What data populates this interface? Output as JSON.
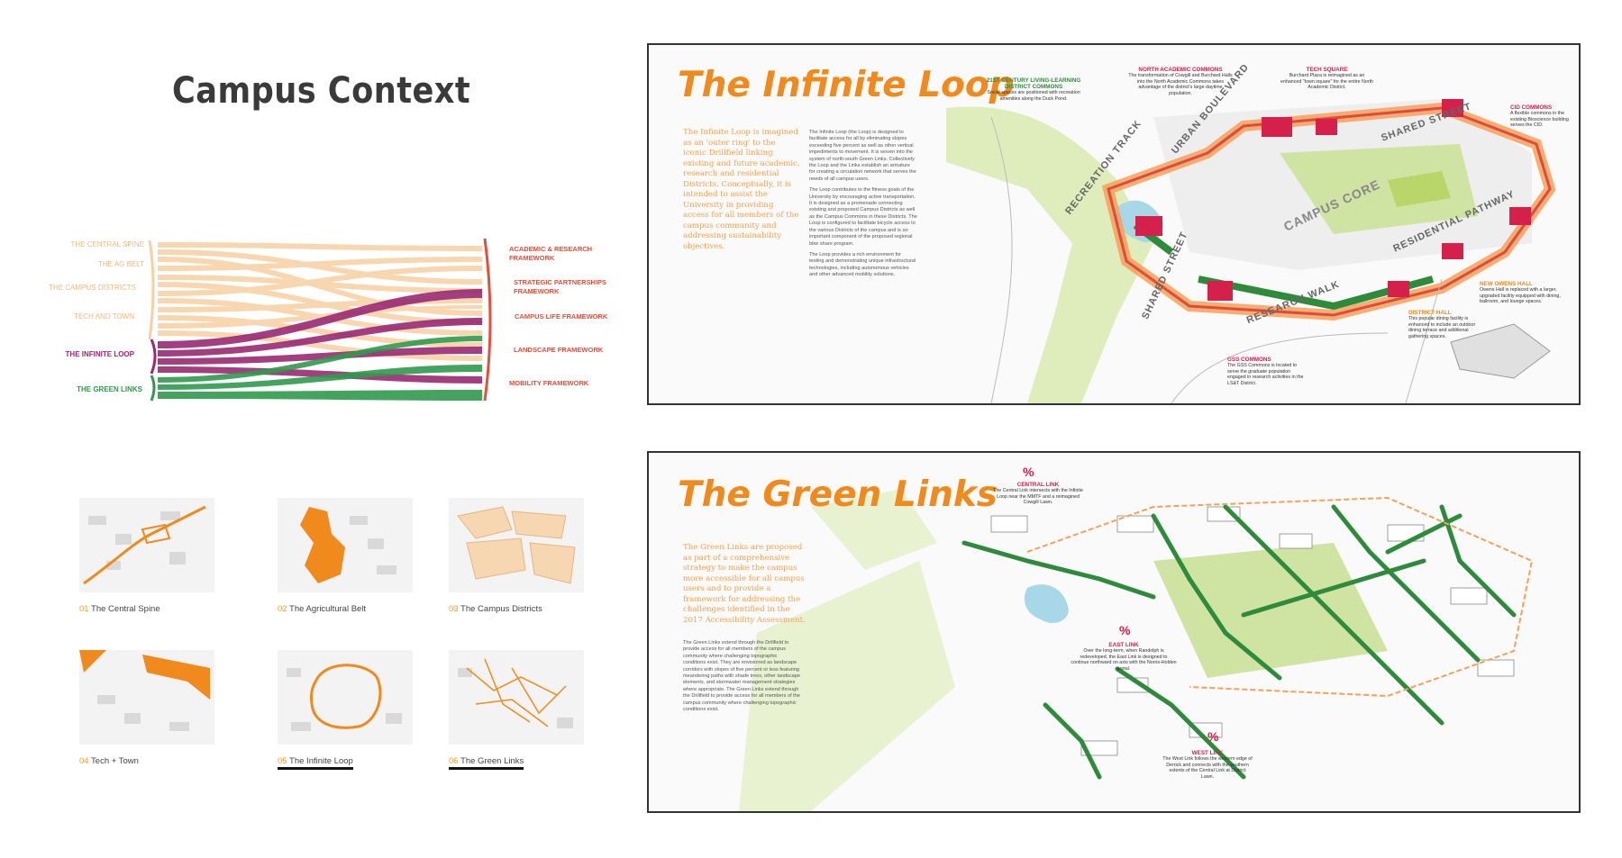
{
  "page_title": "Campus Context",
  "sankey": {
    "left_labels": [
      "THE CENTRAL SPINE",
      "THE AG BELT",
      "THE CAMPUS DISTRICTS",
      "TECH AND TOWN",
      "THE INFINITE LOOP",
      "THE GREEN LINKS"
    ],
    "right_labels": [
      "ACADEMIC & RESEARCH FRAMEWORK",
      "STRATEGIC PARTNERSHIPS FRAMEWORK",
      "CAMPUS LIFE FRAMEWORK",
      "LANDSCAPE FRAMEWORK",
      "MOBILITY FRAMEWORK"
    ],
    "colors": {
      "peach": "#f7cfa3",
      "magenta": "#9a2a73",
      "green": "#2f9a4e",
      "right_bar": "#e0503a"
    }
  },
  "thumbnails": [
    {
      "num": "01",
      "label": "The Central Spine"
    },
    {
      "num": "02",
      "label": "The Agricultural Belt"
    },
    {
      "num": "03",
      "label": "The Campus Districts"
    },
    {
      "num": "04",
      "label": "Tech + Town"
    },
    {
      "num": "05",
      "label": "The Infinite Loop"
    },
    {
      "num": "06",
      "label": "The Green Links"
    }
  ],
  "loop_panel": {
    "title": "The Infinite Loop",
    "intro": "The Infinite Loop is imagined as an 'outer ring' to the iconic Drillfield linking existing and future academic, research and residential Districts. Conceptually, it is intended to assist the University in providing access for all members of the campus community and addressing sustainability objectives.",
    "body": [
      "The Infinite Loop (the Loop) is designed to facilitate access for all by eliminating slopes exceeding five percent as well as other vertical impediments to movement. It is woven into the system of north-south Green Links. Collectively the Loop and the Links establish an armature for creating a circulation network that serves the needs of all campus users.",
      "The Loop contributes to the fitness goals of the University by encouraging active transportation. It is designed as a promenade connecting existing and proposed Campus Districts as well as the Campus Commons in these Districts. The Loop is configured to facilitate bicycle access to the various Districts of the campus and is an important component of the proposed regional bike share program.",
      "The Loop provides a rich environment for testing and demonstrating unique infrastructural technologies, including autonomous vehicles and other advanced mobility solutions."
    ],
    "streets": [
      "RECREATION TRACK",
      "URBAN BOULEVARD",
      "SHARED STREET",
      "CAMPUS CORE",
      "RESIDENTIAL PATHWAY",
      "SHARED STREET",
      "RESEARCH WALK"
    ],
    "callouts": {
      "living": {
        "title": "21ST CENTURY LIVING-LEARNING DISTRICT COMMONS",
        "body": "Social spaces are positioned with recreation amenities along the Duck Pond."
      },
      "north": {
        "title": "NORTH ACADEMIC COMMONS",
        "body": "The transformation of Cowgill and Burchard Halls into the North Academic Commons takes advantage of the district's large daytime population."
      },
      "tech": {
        "title": "TECH SQUARE",
        "body": "Burchard Plaza is reimagined as an enhanced \"town square\" for the entire North Academic District."
      },
      "cid": {
        "title": "CID COMMONS",
        "body": "A flexible commons in the existing Bioscience building serves the CID."
      },
      "owens": {
        "title": "NEW OWENS HALL",
        "body": "Owens Hall is replaced with a larger, upgraded facility equipped with dining, ballroom, and lounge spaces."
      },
      "district": {
        "title": "DISTRICT HALL",
        "body": "This popular dining facility is enhanced to include an outdoor dining terrace and additional gathering spaces."
      },
      "gss": {
        "title": "GSS COMMONS",
        "body": "The GSS Commons is located to serve the graduate population engaged in research activities in the LS&T District."
      }
    }
  },
  "links_panel": {
    "title": "The Green Links",
    "intro": "The Green Links are proposed as part of a comprehensive strategy to make the campus more accessible for all campus users and to provide a framework for addressing the challenges identified in the 2017 Accessibility Assessment.",
    "body": "The Green Links extend through the Drillfield to provide access for all members of the campus community where challenging topographic conditions exist. They are envisioned as landscape corridors with slopes of five percent or less featuring meandering paths with shade trees, other landscape elements, and stormwater management strategies where appropriate. The Green Links extend through the Drillfield to provide access for all members of the campus community where challenging topographic conditions exist.",
    "callouts": {
      "central": {
        "title": "CENTRAL LINK",
        "body": "The Central Link intersects with the Infinite Loop near the MMTF and a reimagined Cowgill Lawn."
      },
      "east": {
        "title": "EAST LINK",
        "body": "Over the long-term, when Randolph is redeveloped, the East Link is designed to continue northward on axis with the Norris-Holden portal."
      },
      "west": {
        "title": "WEST LINK",
        "body": "The West Link follows the western edge of Derrick and connects with the southern extents of the Central Link at District Lawn."
      }
    }
  },
  "colors": {
    "orange": "#f08a1c",
    "magenta": "#d6204c",
    "green": "#2f8b3c",
    "lime": "#b9d66a"
  }
}
